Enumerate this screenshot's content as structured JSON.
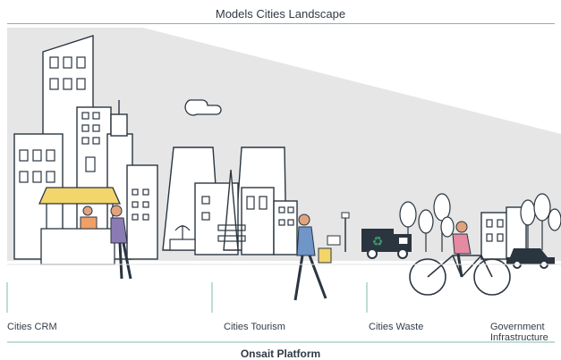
{
  "title": "Models Cities Landscape",
  "sections": [
    {
      "label": "Cities CRM"
    },
    {
      "label": "Cities Tourism"
    },
    {
      "label": "Cities Waste"
    },
    {
      "label": "Government Infrastructure"
    }
  ],
  "platform": "Onsait Platform",
  "colors": {
    "outline": "#2b3540",
    "sky": "#e6e6e6",
    "teal_rule": "#7fb8ad",
    "awning_yellow": "#f2d66b",
    "jacket_blue": "#6f95c9",
    "purple_shirt": "#8a7bb5",
    "pink_shirt": "#e48aa3",
    "truck_dark": "#2b3540",
    "recycle_green": "#3a9d6a"
  },
  "icons": [
    "recycle-icon",
    "bicycle-icon",
    "car-icon",
    "truck-icon"
  ]
}
